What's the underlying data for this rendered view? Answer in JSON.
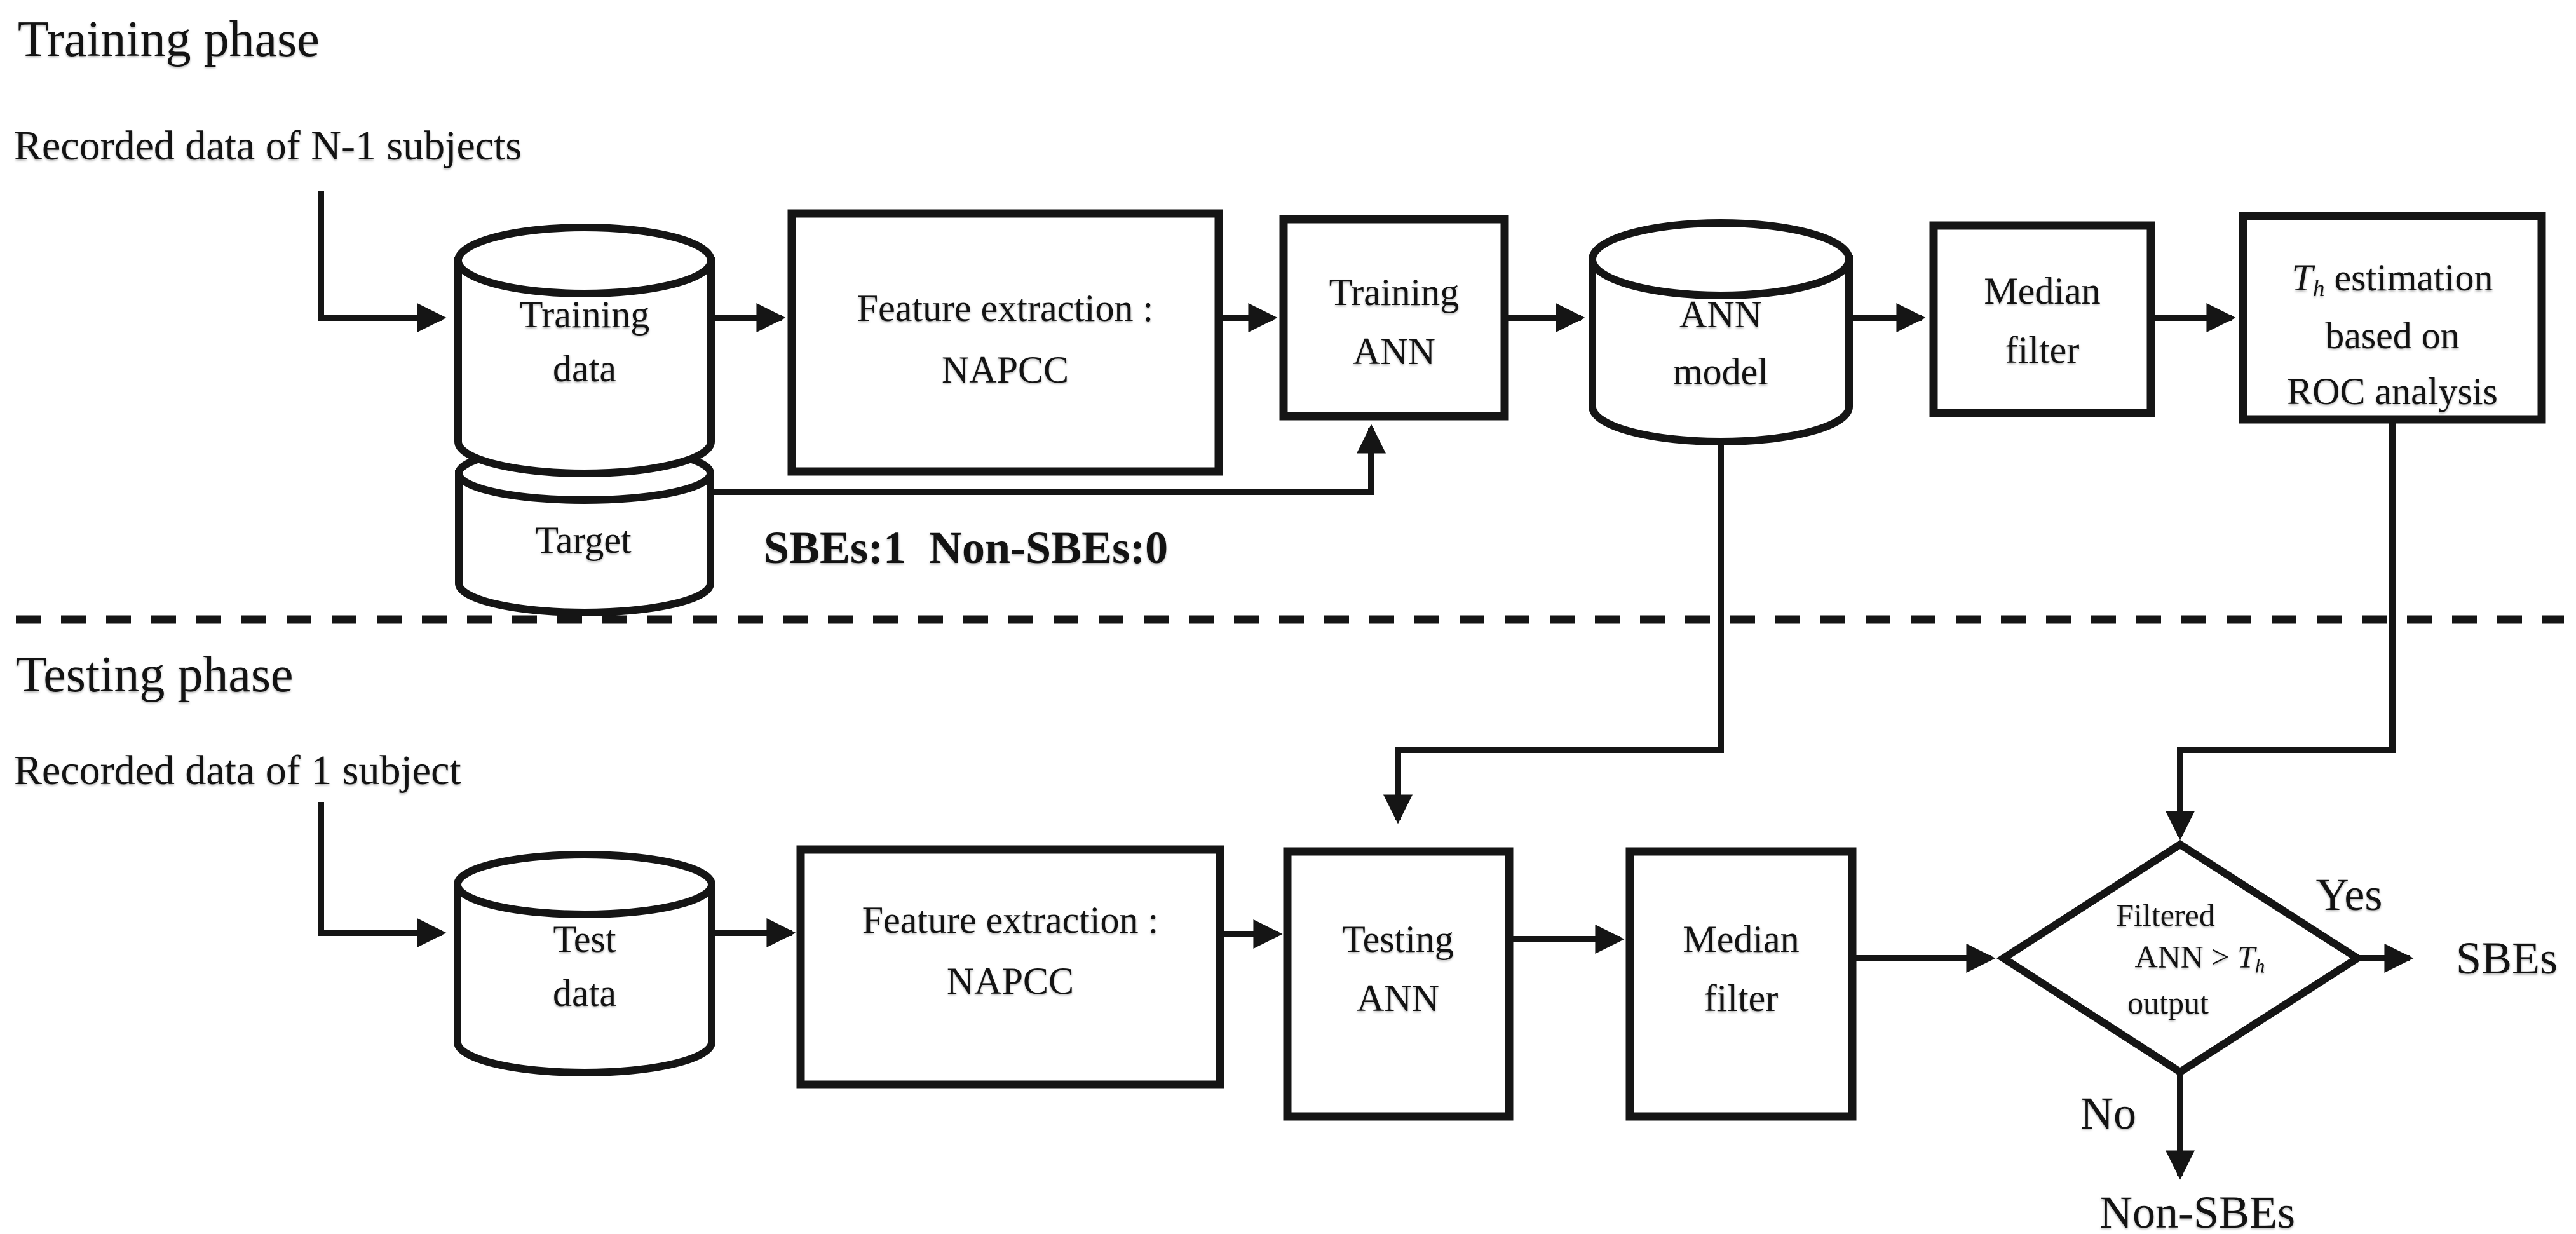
{
  "figure": {
    "colors": {
      "ink": "#151515",
      "background": "#ffffff",
      "text": "#131313"
    },
    "training": {
      "title": "Training phase",
      "input_label": "Recorded data of N-1 subjects",
      "nodes": {
        "training_data": {
          "shape": "cylinder",
          "line1": "Training",
          "line2": "data"
        },
        "target": {
          "shape": "cylinder",
          "line1": "Target"
        },
        "feature_extraction": {
          "shape": "process",
          "line1": "Feature extraction :",
          "line2": "NAPCC"
        },
        "training_ann": {
          "shape": "process",
          "line1": "Training",
          "line2": "ANN"
        },
        "ann_model": {
          "shape": "cylinder",
          "line1": "ANN",
          "line2": "model"
        },
        "median_filter": {
          "shape": "process",
          "line1": "Median",
          "line2": "filter"
        },
        "th_estimation": {
          "shape": "process",
          "line1_base": "T",
          "line1_sub": "h",
          "line1_rest": " estimation",
          "line2": "based on",
          "line3": "ROC analysis"
        }
      },
      "target_encoding": "SBEs:1  Non-SBEs:0"
    },
    "testing": {
      "title": "Testing phase",
      "input_label": "Recorded data of 1 subject",
      "nodes": {
        "test_data": {
          "shape": "cylinder",
          "line1": "Test",
          "line2": "data"
        },
        "feature_extraction": {
          "shape": "process",
          "line1": "Feature extraction :",
          "line2": "NAPCC"
        },
        "testing_ann": {
          "shape": "process",
          "line1": "Testing",
          "line2": "ANN"
        },
        "median_filter": {
          "shape": "process",
          "line1": "Median",
          "line2": "filter"
        },
        "decision": {
          "shape": "decision",
          "line1": "Filtered",
          "line2_pre": "ANN > ",
          "line2_base": "T",
          "line2_sub": "h",
          "line3": "output"
        }
      },
      "branches": {
        "yes": "Yes",
        "no": "No",
        "sbes": "SBEs",
        "non_sbes": "Non-SBEs"
      }
    }
  }
}
